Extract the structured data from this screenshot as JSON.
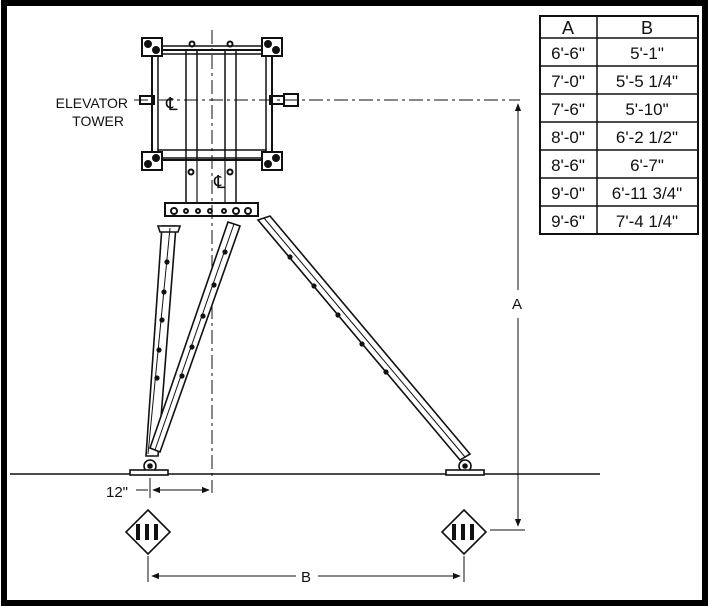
{
  "labels": {
    "tower_line1": "ELEVATOR",
    "tower_line2": "TOWER",
    "centerline_symbol": "℄",
    "dim_a": "A",
    "dim_b": "B",
    "offset": "12\""
  },
  "table": {
    "headers": [
      "A",
      "B"
    ],
    "rows": [
      [
        "6'-6\"",
        "5'-1\""
      ],
      [
        "7'-0\"",
        "5'-5 1/4\""
      ],
      [
        "7'-6\"",
        "5'-10\""
      ],
      [
        "8'-0\"",
        "6'-2 1/2\""
      ],
      [
        "8'-6\"",
        "6'-7\""
      ],
      [
        "9'-0\"",
        "6'-11 3/4\""
      ],
      [
        "9'-6\"",
        "7'-4 1/4\""
      ]
    ]
  },
  "colors": {
    "line": "#111111",
    "frame": "#000000",
    "background": "#ffffff"
  }
}
